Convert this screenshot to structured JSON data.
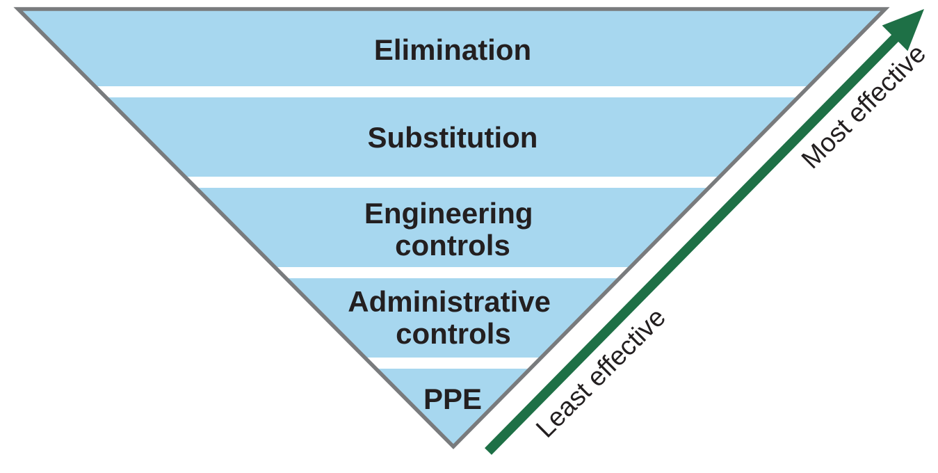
{
  "pyramid": {
    "layers": [
      {
        "id": "elimination",
        "label": "Elimination",
        "lines": [
          "Elimination"
        ]
      },
      {
        "id": "substitution",
        "label": "Substitution",
        "lines": [
          "Substitution"
        ]
      },
      {
        "id": "engineering-controls",
        "label": "Engineering controls",
        "lines": [
          "Engineering",
          "controls"
        ]
      },
      {
        "id": "administrative-controls",
        "label": "Administrative controls",
        "lines": [
          "Administrative",
          "controls"
        ]
      },
      {
        "id": "ppe",
        "label": "PPE",
        "lines": [
          "PPE"
        ]
      }
    ]
  },
  "effectiveness_axis": {
    "most_label": "Most effective",
    "least_label": "Least effective"
  },
  "colors": {
    "band_fill": "#a7d7ef",
    "outline": "#797b7d",
    "arrow_green": "#1e7046",
    "label_text": "#231f20"
  }
}
